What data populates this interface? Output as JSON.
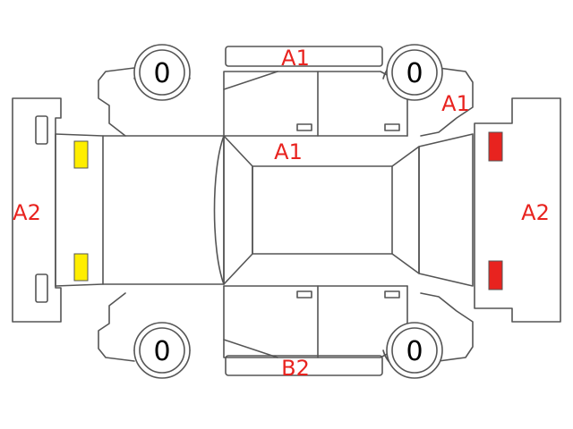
{
  "colors": {
    "outline": "#555555",
    "label": "#e8231f",
    "front_light": "#ffee00",
    "rear_light": "#e8231f"
  },
  "labels": {
    "top_panel": "A1",
    "roof": "A1",
    "rear_right_quarter": "A1",
    "front_bumper": "A2",
    "rear_bumper": "A2",
    "bottom_panel": "B2"
  },
  "tires": {
    "front_left": "0",
    "rear_left": "0",
    "front_right": "0",
    "rear_right": "0"
  }
}
